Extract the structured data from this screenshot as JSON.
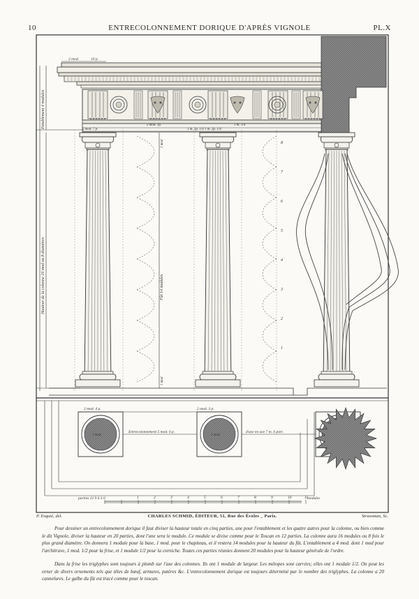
{
  "header": {
    "page_number": "10",
    "title": "ENTRECOLONNEMENT DORIQUE D'APRÈS VIGNOLE",
    "plate": "PL.X"
  },
  "drawing": {
    "entablature_label": "Entablement 4 modules",
    "column_height_label": "Hauteur de la colonne 16 mod ou 8 diamètres",
    "shaft_label": "Fût 14 modules",
    "capital_label": "1 mod",
    "base_label": "1 mod",
    "dim_top": "2 mod.",
    "dim_top2": "10 p.",
    "dim_mid1": "2 mod. 7 p.",
    "dim_mid2": "2 mod. 1p.",
    "dim_mid3": "1 m. 3p. 1/4  1 m. 3p. 1/4",
    "dim_mid4": "1 m. 1/4",
    "dim_plan1": "2 mod. 4 p.",
    "dim_plan2": "2 mod. 3 p.",
    "plan_label_1": "1 mod.",
    "plan_label_2": "1 mod.",
    "plan_entrecolonnement": "Entrecolonnement 5 mod. 6 p.",
    "plan_axe": "d'axe en axe 7 m. 6 part.",
    "scale_label": "parties 12 9 6 3 0",
    "scale_numbers": [
      "1",
      "2",
      "3",
      "4",
      "5",
      "6",
      "7",
      "8",
      "9",
      "10",
      "11"
    ],
    "scale_unit": "modules",
    "flute_numbers": [
      "8",
      "7",
      "6",
      "5",
      "4",
      "3",
      "2",
      "1"
    ]
  },
  "credits": {
    "left": "P. Esquié, del.",
    "center": "CHARLES SCHMID, ÉDITEUR, 51, Rue des Écoles _ Paris.",
    "right": "Strassman, Sc."
  },
  "text": {
    "p1": "Pour dessiner un entrecolonnement dorique il faut diviser la hauteur totale en cinq parties, une pour l'entablement et les quatre autres pour la colonne, ou bien comme le dit Vignole, diviser la hauteur en 20 parties, dont l'une sera le module. Ce module se divise comme pour le Toscan en 12 parties. La colonne aura 16 modules ou 8 fois le plus grand diamètre. On donnera 1 module pour la base, 1 mod. pour le chapiteau, et il restera 14 modules pour la hauteur du fût. L'entablement a 4 mod. dont 1 mod pour l'architrave, 1 mod. 1/2 pour la frise, et 1 module 1/2 pour la corniche. Toutes ces parties réunies donnent 20 modules pour la hauteur générale de l'ordre.",
    "p2": "Dans la frise les triglyphes sont toujours à plomb sur l'axe des colonnes. Ils ont 1 module de largeur. Les métopes sont carrées; elles ont 1 module 1/2. On peut les orner de divers ornements tels que têtes de bœuf, armures, patères &c. L'entrecolonnement dorique est toujours déterminé par le nombre des triglyphes. La colonne a 20 cannelures. Le galbe du fût est tracé comme pour le toscan."
  }
}
